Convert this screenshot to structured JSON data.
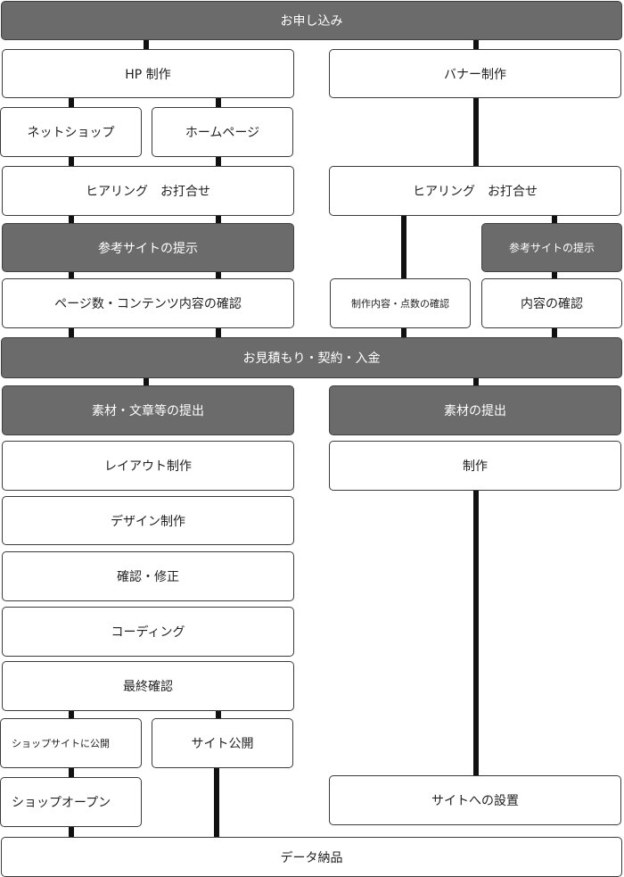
{
  "flow": {
    "apply": "お申し込み",
    "hp": {
      "title": "HP 制作",
      "netshop": "ネットショップ",
      "homepage": "ホームページ",
      "hearing": "ヒアリング　お打合せ",
      "reference": "参考サイトの提示",
      "pages_confirm": "ページ数・コンテンツ内容の確認",
      "materials": "素材・文章等の提出",
      "layout": "レイアウト制作",
      "design": "デザイン制作",
      "check_fix": "確認・修正",
      "coding": "コーディング",
      "final_check": "最終確認",
      "shop_publish": "ショップサイトに公開",
      "site_publish": "サイト公開",
      "shop_open": "ショップオープン"
    },
    "banner": {
      "title": "バナー制作",
      "hearing": "ヒアリング　お打合せ",
      "reference": "参考サイトの提示",
      "content_confirm": "制作内容・点数の確認",
      "confirm": "内容の確認",
      "materials": "素材の提出",
      "production": "制作",
      "install": "サイトへの設置"
    },
    "estimate": "お見積もり・契約・入金",
    "delivery": "データ納品"
  }
}
